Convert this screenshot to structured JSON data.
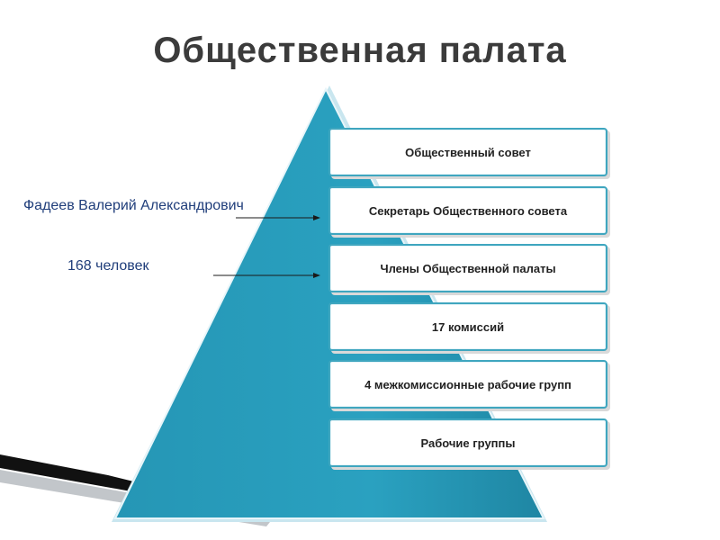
{
  "slide": {
    "title": "Общественная палата"
  },
  "annotations": {
    "chair_name": "Фадеев Валерий Александрович",
    "members_count": "168 человек"
  },
  "pyramid_levels": [
    {
      "label": "Общественный совет"
    },
    {
      "label": "Секретарь Общественного совета"
    },
    {
      "label": "Члены Общественной палаты"
    },
    {
      "label": "17 комиссий"
    },
    {
      "label": "4 межкомиссионные рабочие групп"
    },
    {
      "label": "Рабочие группы"
    }
  ],
  "colors": {
    "pyramid_fill": "#2a9fbe",
    "box_border": "#3fa6bf",
    "title": "#3b3b3b",
    "annotation_text": "#1f3d7a"
  }
}
